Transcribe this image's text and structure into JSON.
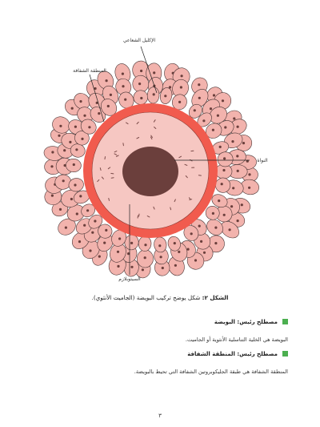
{
  "figure": {
    "labels": {
      "corona": "الإكليل الشعاعي",
      "zona": "المنطقة الشفافة",
      "nucleus": "النواة",
      "cytoplasm": "السيتوبلازم"
    },
    "colors": {
      "cell_fill": "#f2b3ad",
      "cell_stroke": "#4a3535",
      "zona": "#f15b4e",
      "cytoplasm": "#f6c7c2",
      "nucleus": "#6b3f3c",
      "dots": "#7a4a48"
    }
  },
  "caption": {
    "bold": "الشكل ٢:",
    "text": " شكل يوضح تركيب البويضة (الجاميت الأنثوي)."
  },
  "terms": [
    {
      "heading": "مصطلح رئيس: البويضة",
      "definition": "البويضة هي الخلية التناسلية الأنثوية أو الجاميت."
    },
    {
      "heading": "مصطلح رئيس: المنطقة الشفافة",
      "definition": "المنطقة الشفافة هي طبقة الجليكوبروتين الشفافة التي تحيط بالبويضة."
    }
  ],
  "page_number": "٣"
}
